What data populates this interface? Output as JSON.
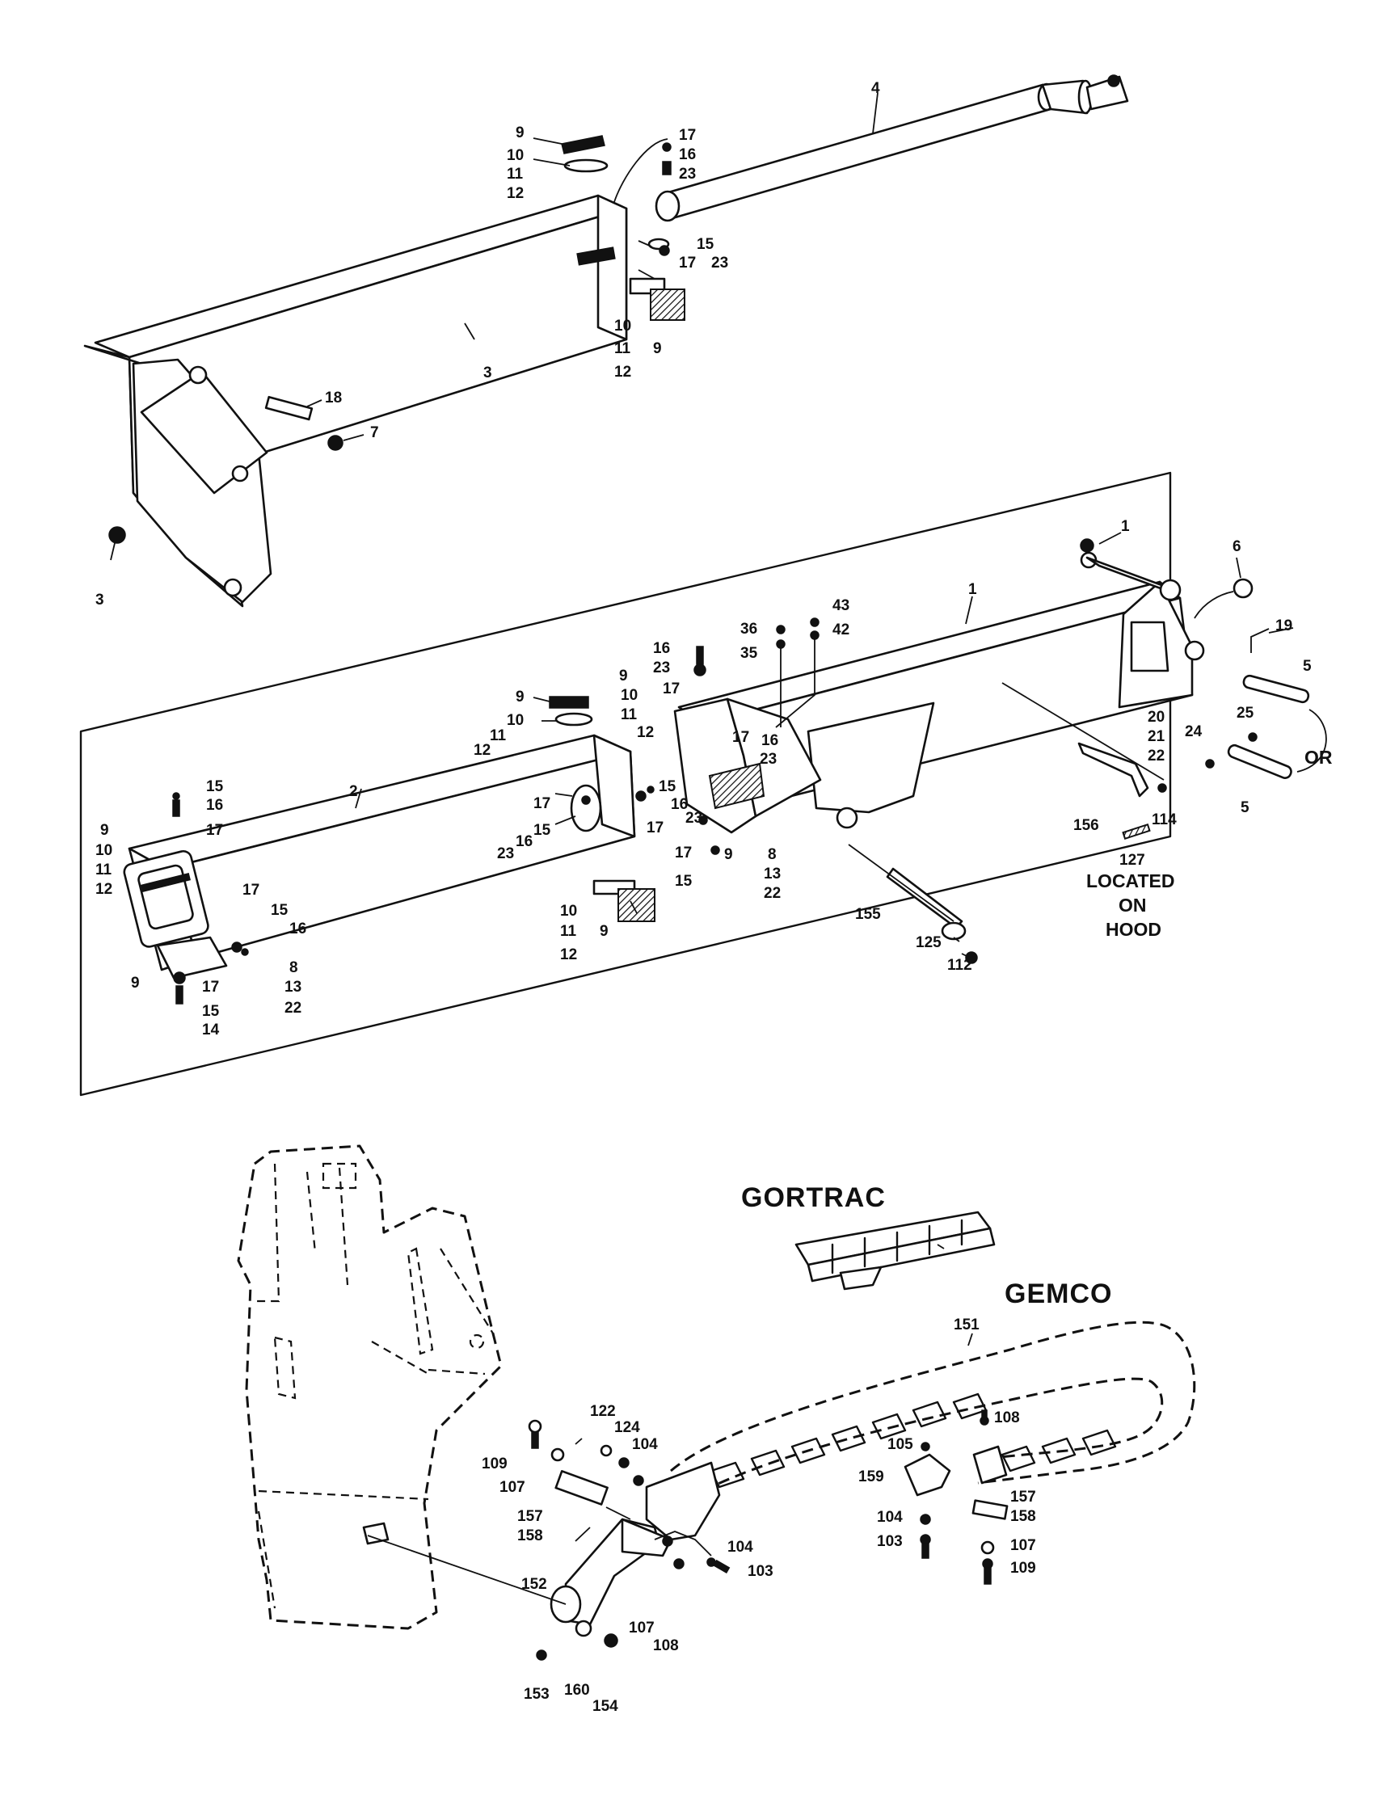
{
  "callouts": {
    "c1": "1",
    "c2": "2",
    "c3": "3",
    "c4": "4",
    "c5": "5",
    "c6": "6",
    "c7": "7",
    "c8": "8",
    "c9": "9",
    "c10": "10",
    "c11": "11",
    "c12": "12",
    "c13": "13",
    "c14": "14",
    "c15": "15",
    "c16": "16",
    "c17": "17",
    "c18": "18",
    "c19": "19",
    "c20": "20",
    "c21": "21",
    "c22": "22",
    "c23": "23",
    "c24": "24",
    "c25": "25",
    "c35": "35",
    "c36": "36",
    "c42": "42",
    "c43": "43",
    "c103": "103",
    "c104": "104",
    "c105": "105",
    "c107": "107",
    "c108": "108",
    "c109": "109",
    "c112": "112",
    "c114": "114",
    "c122": "122",
    "c124": "124",
    "c125": "125",
    "c127": "127",
    "c151": "151",
    "c152": "152",
    "c153": "153",
    "c154": "154",
    "c155": "155",
    "c156": "156",
    "c157": "157",
    "c158": "158",
    "c159": "159",
    "c160": "160"
  },
  "labels": {
    "or": "OR",
    "located": "LOCATED",
    "on": "ON",
    "hood": "HOOD",
    "gortrac": "GORTRAC",
    "gemco": "GEMCO"
  }
}
